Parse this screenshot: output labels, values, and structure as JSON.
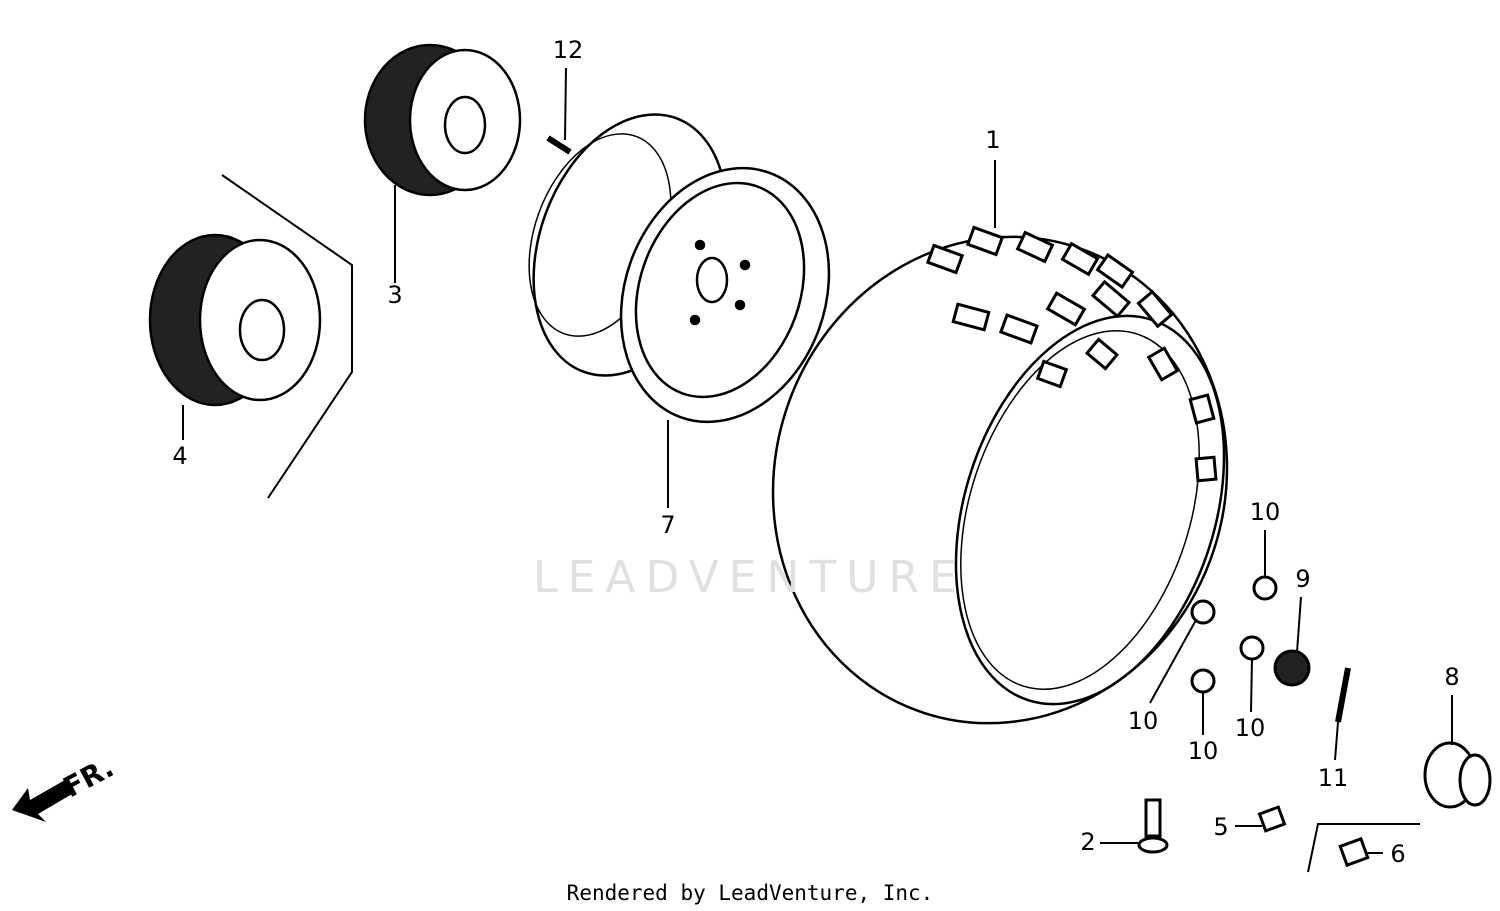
{
  "watermark": "LEADVENTURE",
  "footer": "Rendered by LeadVenture, Inc.",
  "front_indicator": "FR.",
  "callouts": [
    {
      "part": "tire",
      "label": "1"
    },
    {
      "part": "valve-stem",
      "label": "2"
    },
    {
      "part": "hub-upper",
      "label": "3"
    },
    {
      "part": "hub-lower",
      "label": "4"
    },
    {
      "part": "valve-cap",
      "label": "5"
    },
    {
      "part": "valve-core-nut",
      "label": "6"
    },
    {
      "part": "rim",
      "label": "7"
    },
    {
      "part": "cap",
      "label": "8"
    },
    {
      "part": "nut-cap",
      "label": "9"
    },
    {
      "part": "nut",
      "label": "10"
    },
    {
      "part": "nut",
      "label": "10"
    },
    {
      "part": "nut",
      "label": "10"
    },
    {
      "part": "nut",
      "label": "10"
    },
    {
      "part": "pin",
      "label": "11"
    },
    {
      "part": "bolt",
      "label": "12"
    }
  ]
}
